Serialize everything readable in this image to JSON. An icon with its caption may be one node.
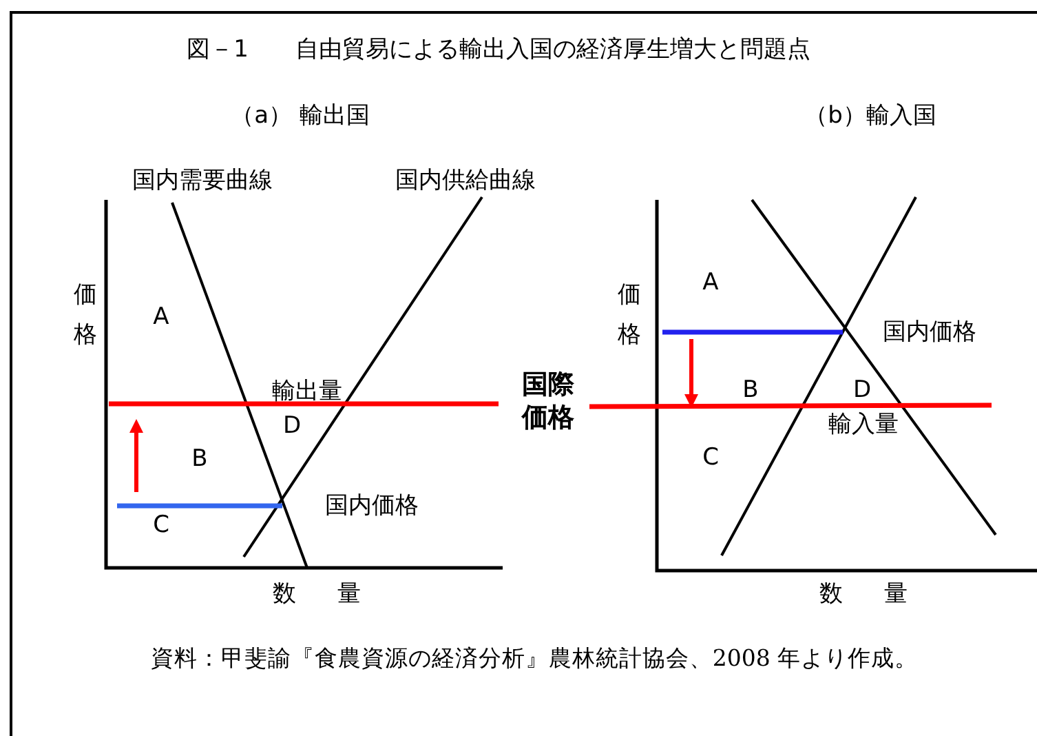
{
  "diagram": {
    "title": "図－1　　自由貿易による輸出入国の経済厚生増大と問題点",
    "caption": "資料：甲斐諭『食農資源の経済分析』農林統計協会、2008 年より作成。",
    "labels": [
      "（a） 輸出国",
      "（b）輸入国",
      "国内需要曲線",
      "国内供給曲線",
      "価格",
      "A",
      "輸出量",
      "D",
      "B",
      "国内価格",
      "C",
      "数量",
      "国際価格",
      "価格",
      "A",
      "国内価格",
      "B",
      "D",
      "輸入量",
      "C",
      "数量"
    ]
  }
}
